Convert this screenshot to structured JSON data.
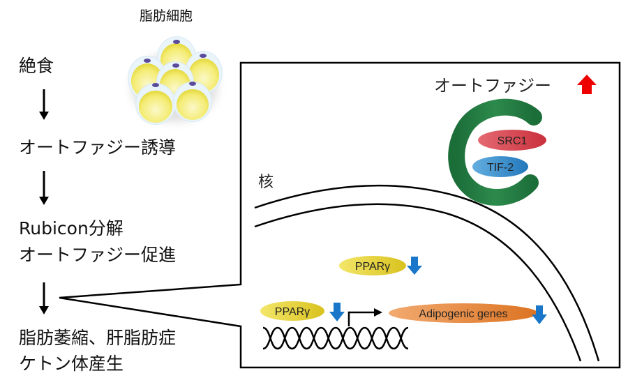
{
  "left_flow": {
    "adipocyte_label": "脂肪細胞",
    "steps": [
      {
        "lines": [
          "絶食"
        ]
      },
      {
        "lines": [
          "オートファジー誘導"
        ]
      },
      {
        "lines": [
          "Rubicon分解",
          "オートファジー促進"
        ]
      },
      {
        "lines": [
          "脂肪萎縮、肝脂肪症",
          "ケトン体産生"
        ]
      }
    ]
  },
  "cell_panel": {
    "autophagy_label": "オートファジー",
    "autophagy_direction": "up",
    "nucleus_label": "核",
    "coactivators": [
      "SRC1",
      "TIF-2"
    ],
    "ppar_label": "PPARγ",
    "ppar_direction": "down",
    "gene_label": "Adipogenic genes",
    "gene_direction": "down"
  },
  "colors": {
    "up_arrow": "#ee0000",
    "down_arrow": "#1a76c8",
    "rubicon_c": "#1e7a3e",
    "src1": "#d9434f",
    "tif2": "#3b8fd0",
    "ppar": "#e8d43c",
    "genes": "#e58a3c",
    "adipocyte": "#f3ec6a"
  }
}
